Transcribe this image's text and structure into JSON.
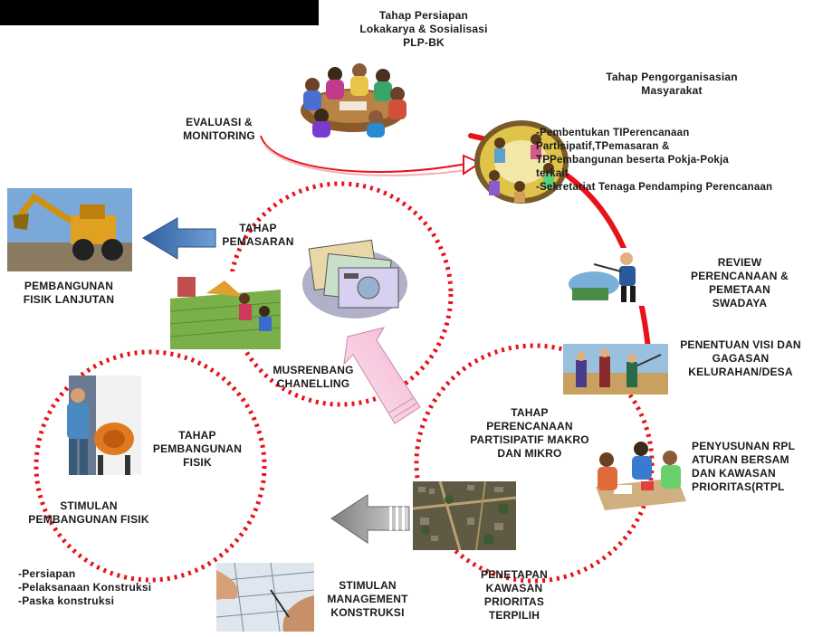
{
  "stages": {
    "persiapan": {
      "title": "Tahap Persiapan\nLokakarya & Sosialisasi\nPLP-BK"
    },
    "pengorganisasian": {
      "title": "Tahap Pengorganisasian\nMasyarakat",
      "detail": "-Pembentukan TIPerencanaan\nPartisipatif,TPemasaran &\nTPPembangunan beserta Pokja-Pokja\nterkait\n-Sekretariat Tenaga Pendamping Perencanaan"
    },
    "evaluasi": {
      "title": "EVALUASI &\nMONITORING"
    },
    "review": {
      "title": "REVIEW\nPERENCANAAN  &\nPEMETAAN\nSWADAYA"
    },
    "visi": {
      "title": "PENENTUAN VISI DAN\nGAGASAN\nKELURAHAN/DESA"
    },
    "rpl": {
      "title": "PENYUSUNAN RPL\nATURAN BERSAM\nDAN KAWASAN\nPRIORITAS(RTPL"
    },
    "perencanaan": {
      "title": "TAHAP\nPERENCANAAN\nPARTISIPATIF MAKRO\nDAN MIKRO"
    },
    "penetapan": {
      "title": "PENETAPAN\nKAWASAN\nPRIORITAS\nTERPILIH"
    },
    "stimulan_manajemen": {
      "title": "STIMULAN\nMANAGEMENT\nKONSTRUKSI"
    },
    "pembangunan": {
      "title": "TAHAP\nPEMBANGUNAN\nFISIK",
      "stimulan": "STIMULAN\nPEMBANGUNAN FISIK",
      "steps": "-Persiapan\n-Pelaksanaan Konstruksi\n-Paska konstruksi"
    },
    "pemasaran": {
      "title": "TAHAP\nPEMASARAN",
      "musrenbang": "MUSRENBANG\nCHANELLING"
    },
    "lanjutan": {
      "title": "PEMBANGUNAN\nFISIK  LANJUTAN"
    }
  },
  "colors": {
    "cycle": "#e8121b",
    "arrow_blue": "#3e73b5",
    "arrow_pink": "#f7c6dd",
    "arrow_gray": "#9a9a9a"
  }
}
